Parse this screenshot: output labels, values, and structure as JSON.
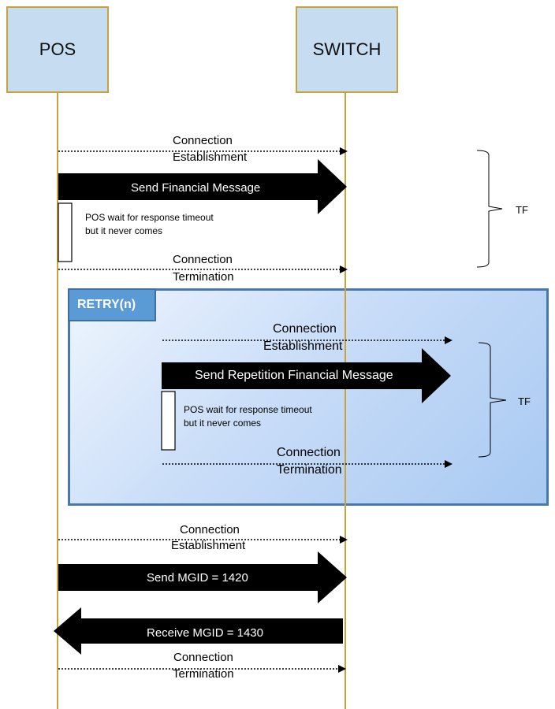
{
  "actors": {
    "pos": "POS",
    "switch": "SWITCH"
  },
  "main": {
    "conn_establishment": [
      "Connection",
      "Establishment"
    ],
    "send_financial": "Send Financial Message",
    "note": [
      "POS wait for response timeout",
      "but it never comes"
    ],
    "conn_termination": [
      "Connection",
      "Termination"
    ],
    "tf": "TF"
  },
  "retry": {
    "tag": "RETRY(n)",
    "conn_establishment": [
      "Connection",
      "Establishment"
    ],
    "send_repetition": "Send Repetition Financial Message",
    "note": [
      "POS wait for response timeout",
      "but it never comes"
    ],
    "conn_termination": [
      "Connection",
      "Termination"
    ],
    "tf": "TF"
  },
  "final": {
    "conn_establishment": [
      "Connection",
      "Establishment"
    ],
    "send_mgid": "Send MGID = 1420",
    "receive_mgid": "Receive MGID = 1430",
    "conn_termination": [
      "Connection",
      "Termination"
    ]
  }
}
